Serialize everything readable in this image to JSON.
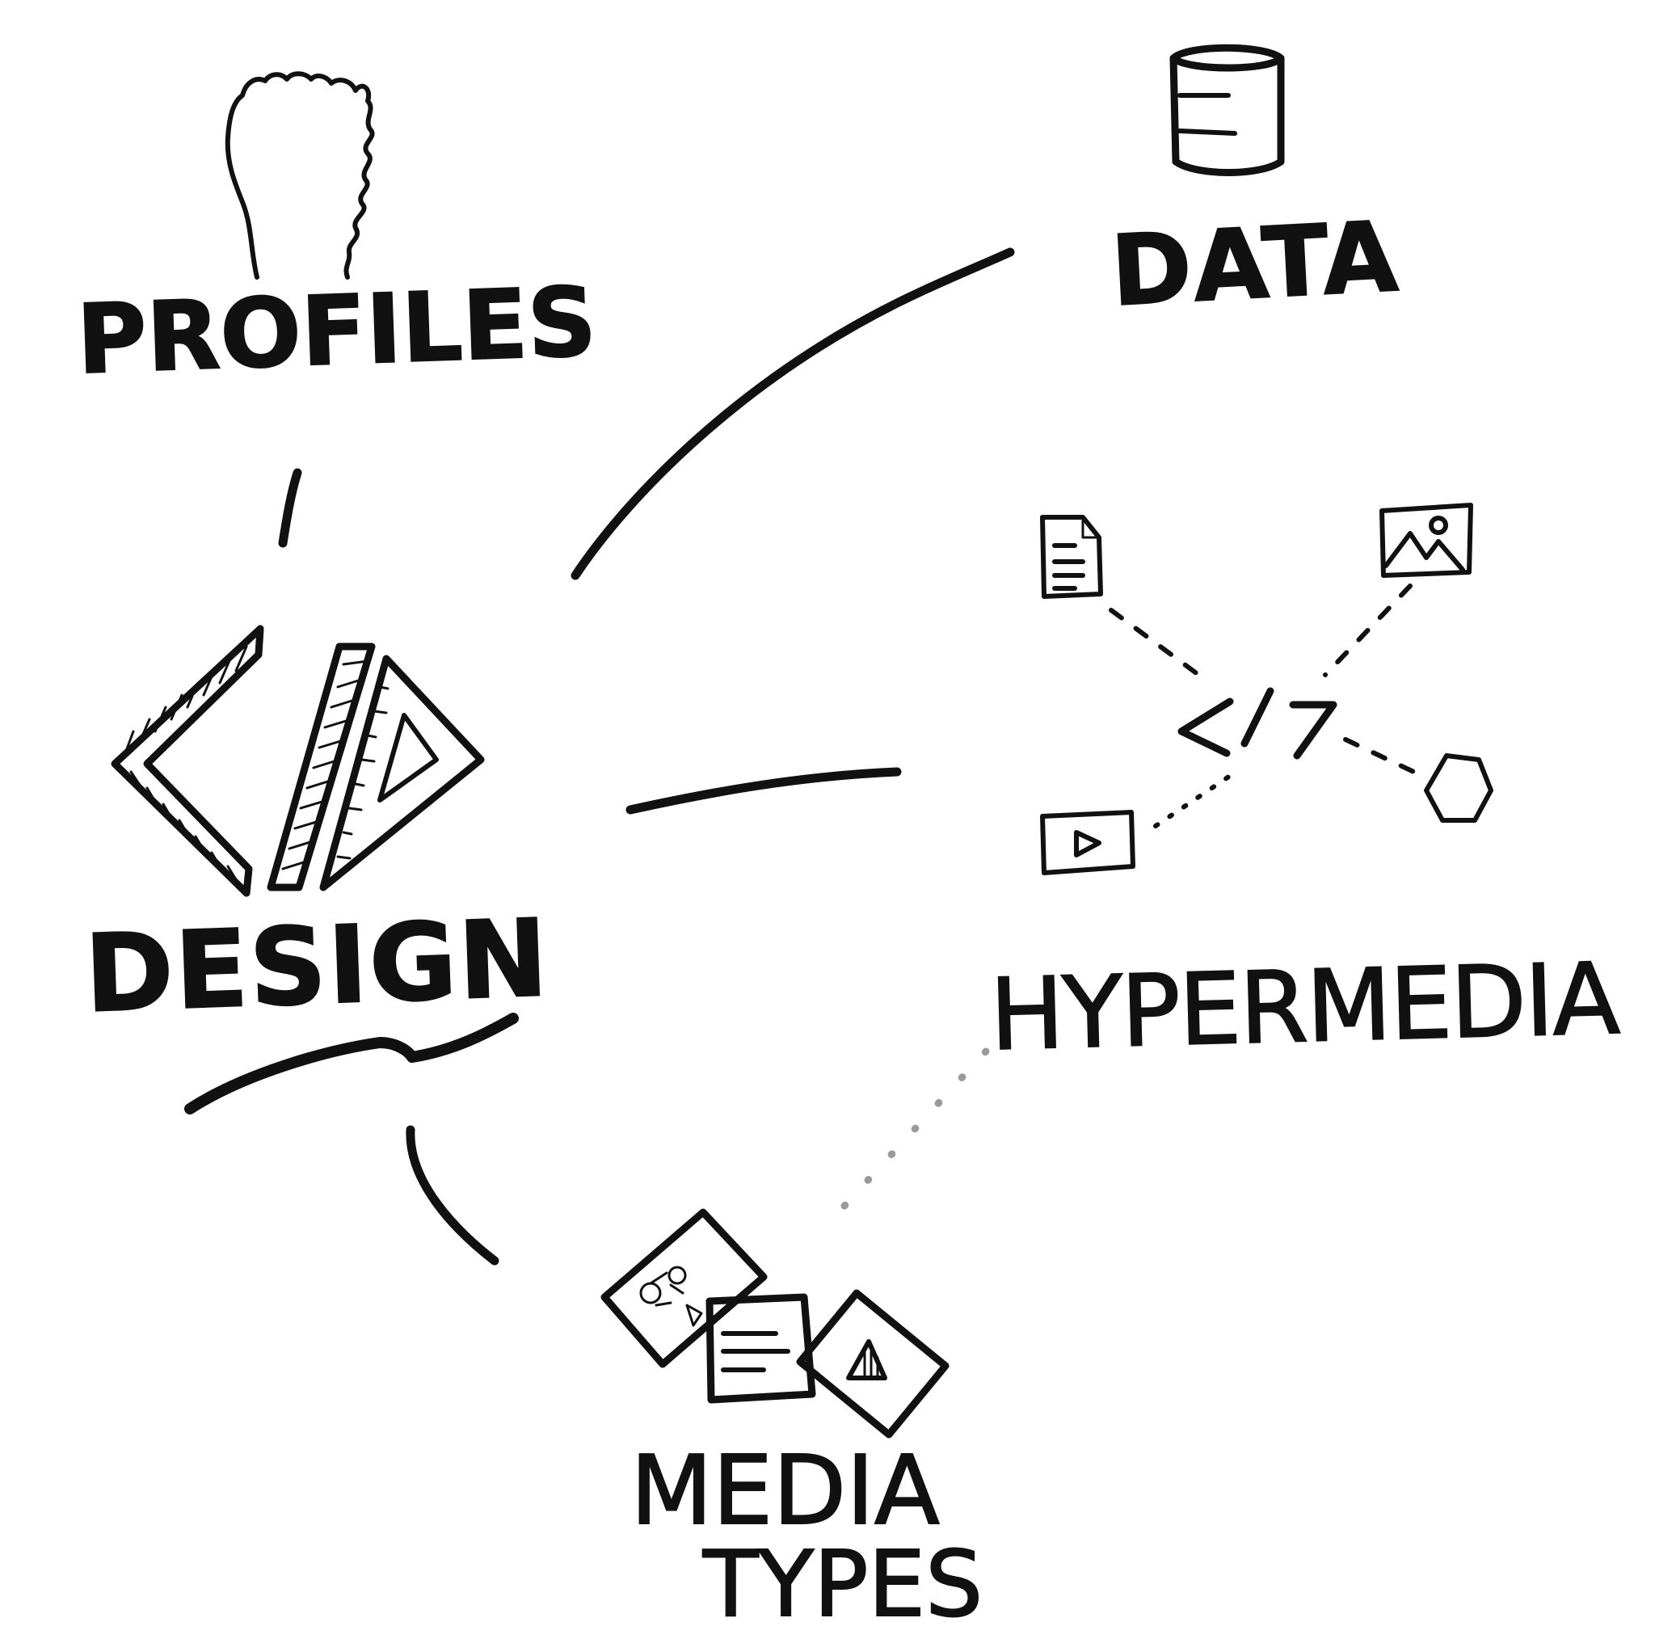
{
  "nodes": {
    "profiles": {
      "label": "Profiles",
      "icon": "person-silhouette-icon"
    },
    "data": {
      "label": "Data",
      "icon": "database-icon"
    },
    "design": {
      "label": "Design",
      "icon": "drafting-tools-icon"
    },
    "hypermedia": {
      "label": "Hypermedia",
      "icon": "code-tag-icon"
    },
    "media_types": {
      "label_line1": "Media",
      "label_line2": "Types",
      "icon": "media-cards-icon"
    }
  },
  "hypermedia_satellites": [
    "document-icon",
    "image-icon",
    "video-icon",
    "hexagon-icon"
  ],
  "edges": [
    {
      "from": "profiles",
      "to": "design",
      "style": "solid"
    },
    {
      "from": "design",
      "to": "data",
      "style": "solid"
    },
    {
      "from": "design",
      "to": "hypermedia",
      "style": "solid"
    },
    {
      "from": "design",
      "to": "media_types",
      "style": "solid"
    },
    {
      "from": "media_types",
      "to": "hypermedia",
      "style": "dotted"
    }
  ],
  "colors": {
    "ink": "#111111",
    "background": "#ffffff",
    "faint": "#9a9a9a"
  }
}
